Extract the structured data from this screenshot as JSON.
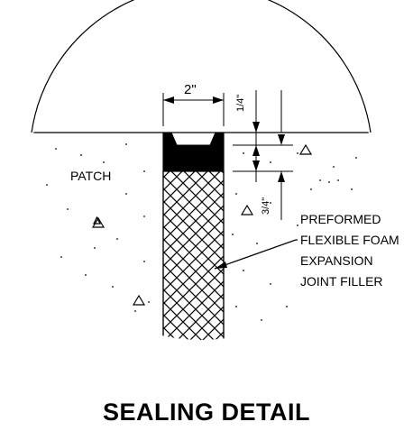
{
  "diagram": {
    "title": "SEALING DETAIL",
    "labels": {
      "patch": "PATCH",
      "joint_width": "2\"",
      "top_depth": "1/4\"",
      "seal_depth": "3/4\""
    },
    "callout_lines": [
      "PREFORMED",
      "FLEXIBLE FOAM",
      "EXPANSION",
      "JOINT FILLER"
    ]
  }
}
